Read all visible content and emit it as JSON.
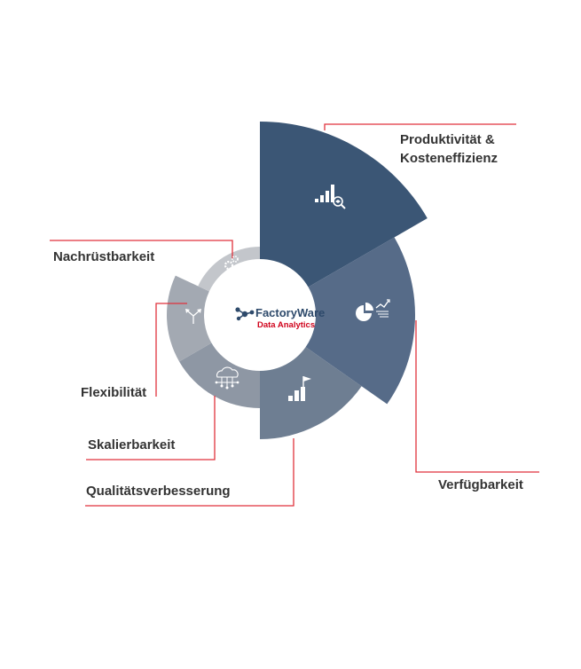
{
  "brand": {
    "name": "FactoryWare",
    "tagline": "Data Analytics",
    "tagline_color": "#d0021b",
    "name_color": "#2e4a6b"
  },
  "segments": [
    {
      "id": "produktivitaet",
      "label_lines": [
        "Produktivität &",
        "Kosteneffizienz"
      ],
      "color": "#3b5675",
      "icon": "bar-chart-magnifier-icon"
    },
    {
      "id": "verfuegbarkeit",
      "label_lines": [
        "Verfügbarkeit"
      ],
      "color": "#566b88",
      "icon": "pie-chart-trend-icon"
    },
    {
      "id": "qualitaet",
      "label_lines": [
        "Qualitätsverbesserung"
      ],
      "color": "#6e7e92",
      "icon": "bars-flag-icon"
    },
    {
      "id": "skalierbarkeit",
      "label_lines": [
        "Skalierbarkeit"
      ],
      "color": "#8e97a4",
      "icon": "cloud-network-icon"
    },
    {
      "id": "flexibilitaet",
      "label_lines": [
        "Flexibilität"
      ],
      "color": "#a3a9b2",
      "icon": "arrows-split-icon"
    },
    {
      "id": "nachruestbarkeit",
      "label_lines": [
        "Nachrüstbarkeit"
      ],
      "color": "#c3c6cb",
      "icon": "gears-icon"
    }
  ],
  "colors": {
    "leader": "#e0323c",
    "icon": "#ffffff",
    "text": "#333333"
  }
}
